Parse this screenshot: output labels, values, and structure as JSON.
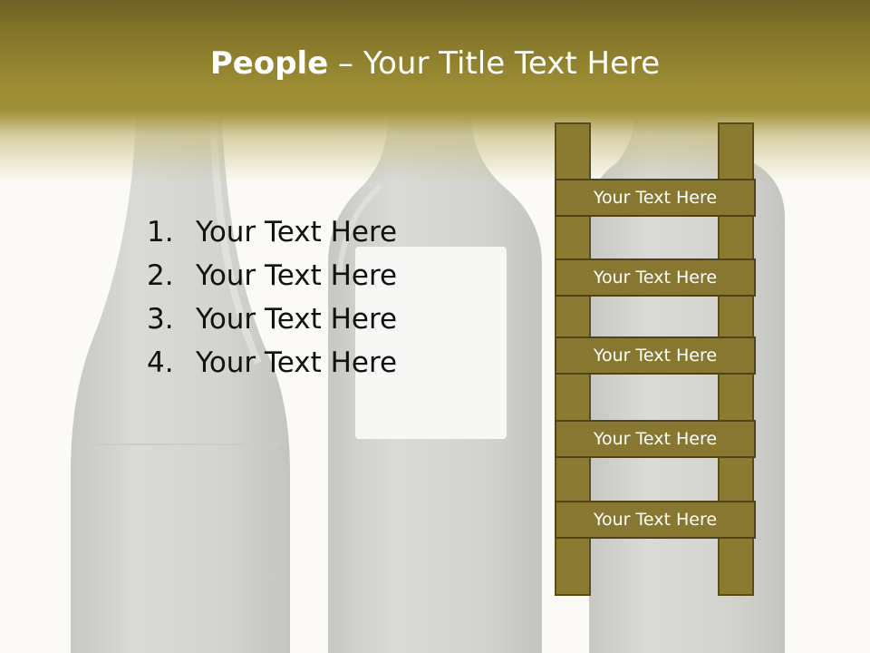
{
  "slide": {
    "title_bold": "People",
    "title_rest": " – Your Title Text Here",
    "list": [
      {
        "number": "1.",
        "text": "Your Text Here"
      },
      {
        "number": "2.",
        "text": "Your Text Here"
      },
      {
        "number": "3.",
        "text": "Your Text Here"
      },
      {
        "number": "4.",
        "text": "Your Text Here"
      }
    ],
    "ladder_rungs": [
      "Your Text Here",
      "Your Text Here",
      "Your Text Here",
      "Your Text Here",
      "Your Text Here"
    ]
  },
  "colors": {
    "header_olive": "#9c8c34",
    "ladder_fill": "#877731",
    "ladder_border": "#4e4418",
    "bottle_gray": "#d4d4d0"
  }
}
